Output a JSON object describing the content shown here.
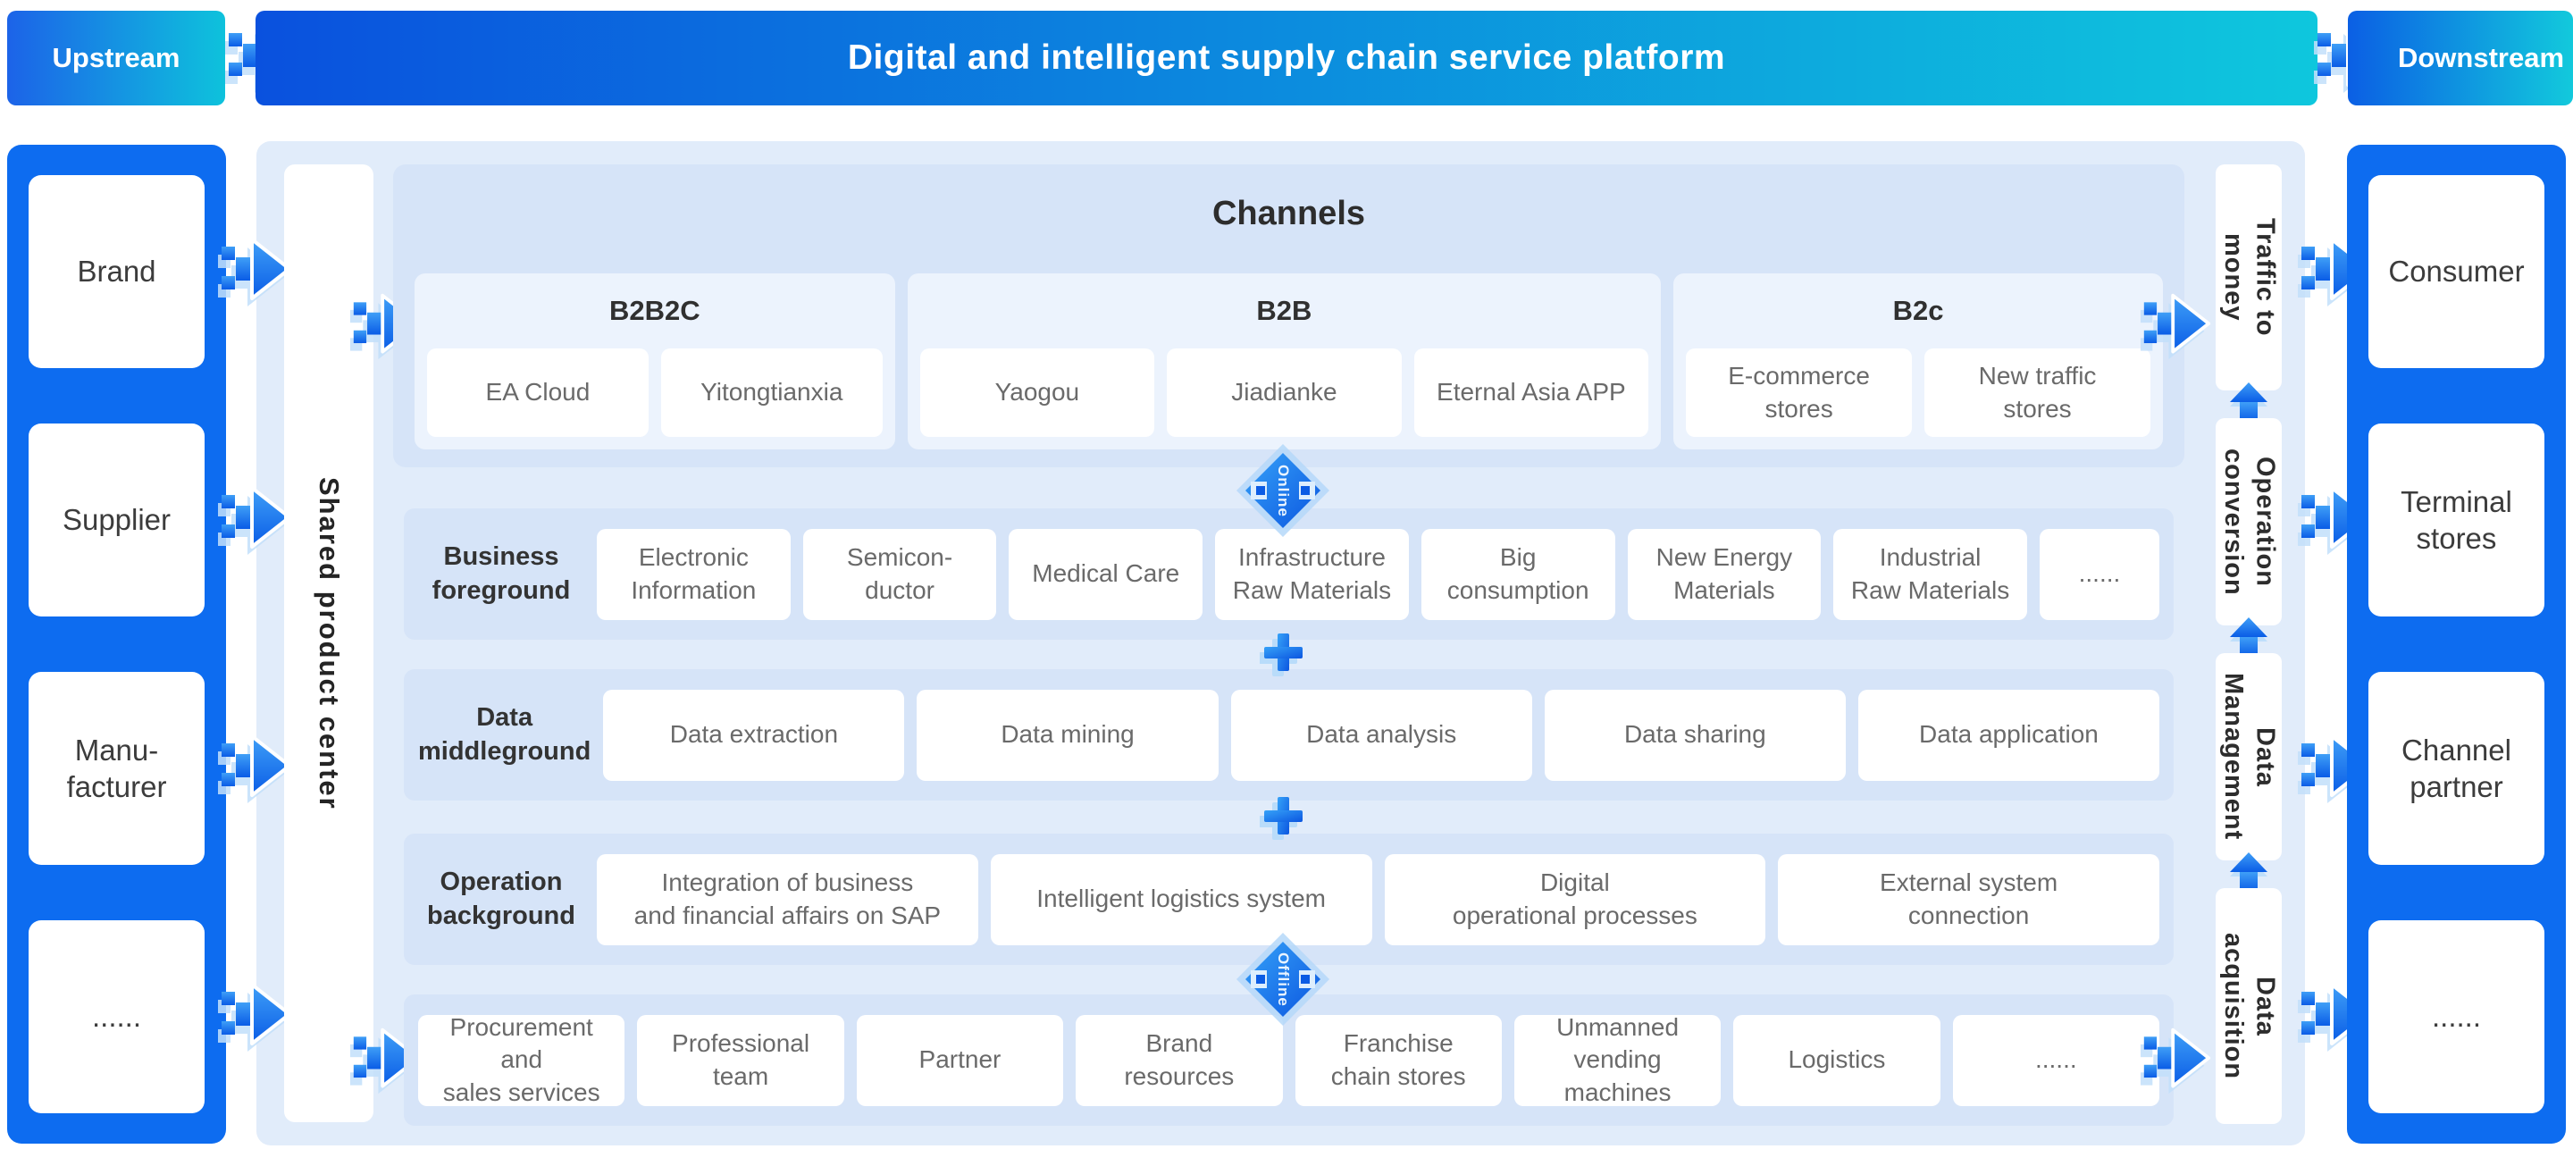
{
  "header": {
    "upstream": "Upstream",
    "title": "Digital and intelligent supply chain service platform",
    "downstream": "Downstream"
  },
  "left_column": {
    "items": [
      "Brand",
      "Supplier",
      "Manu-\nfacturer",
      "......"
    ]
  },
  "right_column": {
    "items": [
      "Consumer",
      "Terminal\nstores",
      "Channel\npartner",
      "......"
    ]
  },
  "shared_center": {
    "label": "Shared product center"
  },
  "channels": {
    "title": "Channels",
    "groups": [
      {
        "label": "B2B2C",
        "items": [
          "EA Cloud",
          "Yitongtianxia"
        ]
      },
      {
        "label": "B2B",
        "items": [
          "Yaogou",
          "Jiadianke",
          "Eternal Asia APP"
        ]
      },
      {
        "label": "B2c",
        "items": [
          "E-commerce\nstores",
          "New traffic\nstores"
        ]
      }
    ]
  },
  "rows": [
    {
      "label": "Business\nforeground",
      "items": [
        "Electronic\nInformation",
        "Semicon-\nductor",
        "Medical Care",
        "Infrastructure\nRaw Materials",
        "Big\nconsumption",
        "New Energy\nMaterials",
        "Industrial\nRaw Materials",
        "......"
      ]
    },
    {
      "label": "Data\nmiddleground",
      "items": [
        "Data extraction",
        "Data mining",
        "Data analysis",
        "Data sharing",
        "Data application"
      ]
    },
    {
      "label": "Operation\nbackground",
      "items": [
        "Integration of business\nand financial affairs on SAP",
        "Intelligent logistics system",
        "Digital\noperational processes",
        "External system\nconnection"
      ]
    },
    {
      "label": "",
      "items": [
        "Procurement\nand\nsales services",
        "Professional\nteam",
        "Partner",
        "Brand\nresources",
        "Franchise\nchain stores",
        "Unmanned\nvending\nmachines",
        "Logistics",
        "......"
      ]
    }
  ],
  "connectors": {
    "online": "Online",
    "offline": "Offline"
  },
  "right_bars": [
    {
      "line1": "Traffic to",
      "line2": "money"
    },
    {
      "line1": "Operation",
      "line2": "conversion"
    },
    {
      "line1": "Data",
      "line2": "Management"
    },
    {
      "line1": "Data",
      "line2": "acquisition"
    }
  ],
  "colors": {
    "primary_blue": "#0d6cf0",
    "cyan": "#0ec7dd",
    "panel_light": "#e1ecfa",
    "band_light": "#d6e4f8",
    "group_light": "#ecf3fd"
  }
}
